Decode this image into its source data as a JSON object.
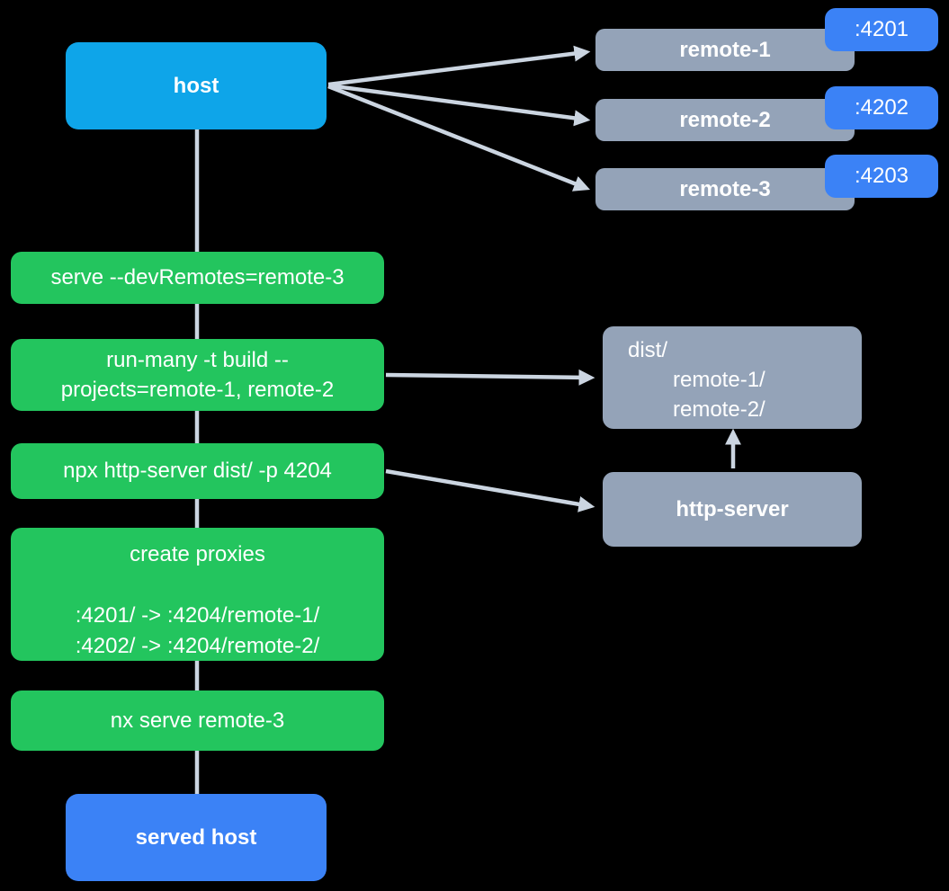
{
  "colors": {
    "background": "#000000",
    "host": "#0ea5e9",
    "served_host": "#3b82f6",
    "remote_box": "#94a3b8",
    "port_badge": "#3b82f6",
    "command_box": "#23c55e",
    "connector": "#cbd5e1",
    "text": "#ffffff"
  },
  "host": {
    "label": "host"
  },
  "remotes": [
    {
      "label": "remote-1",
      "port": ":4201"
    },
    {
      "label": "remote-2",
      "port": ":4202"
    },
    {
      "label": "remote-3",
      "port": ":4203"
    }
  ],
  "commands": {
    "serve": "serve --devRemotes=remote-3",
    "run_many_line1": "run-many -t build --",
    "run_many_line2": "projects=remote-1, remote-2",
    "http_server": "npx http-server dist/ -p 4204",
    "proxies_title": "create proxies",
    "proxy_1": ":4201/ -> :4204/remote-1/",
    "proxy_2": ":4202/ -> :4204/remote-2/",
    "nx_serve": "nx serve remote-3"
  },
  "dist": {
    "line1": "dist/",
    "line2": "remote-1/",
    "line3": "remote-2/"
  },
  "http_server": {
    "label": "http-server"
  },
  "served_host": {
    "label": "served host"
  }
}
